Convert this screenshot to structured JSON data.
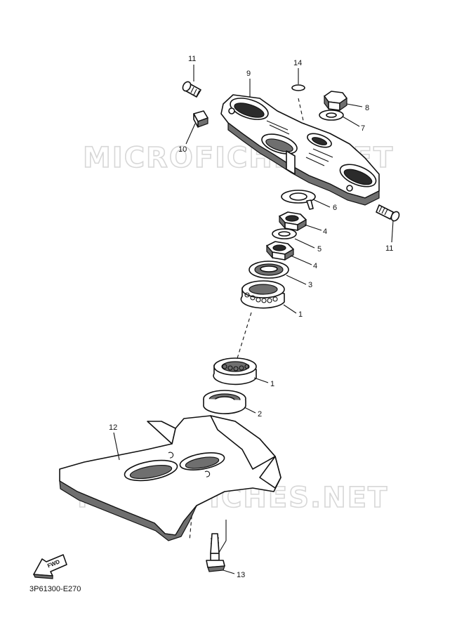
{
  "watermark": "MICROFICHES.NET",
  "diagram_code": "3P61300-E270",
  "fwd_label": "FWD",
  "callouts": {
    "c11a": "11",
    "c9": "9",
    "c14": "14",
    "c8": "8",
    "c7": "7",
    "c10": "10",
    "c6": "6",
    "c4a": "4",
    "c11b": "11",
    "c5": "5",
    "c4b": "4",
    "c3": "3",
    "c1a": "1",
    "c1b": "1",
    "c2": "2",
    "c12": "12",
    "c13": "13"
  }
}
